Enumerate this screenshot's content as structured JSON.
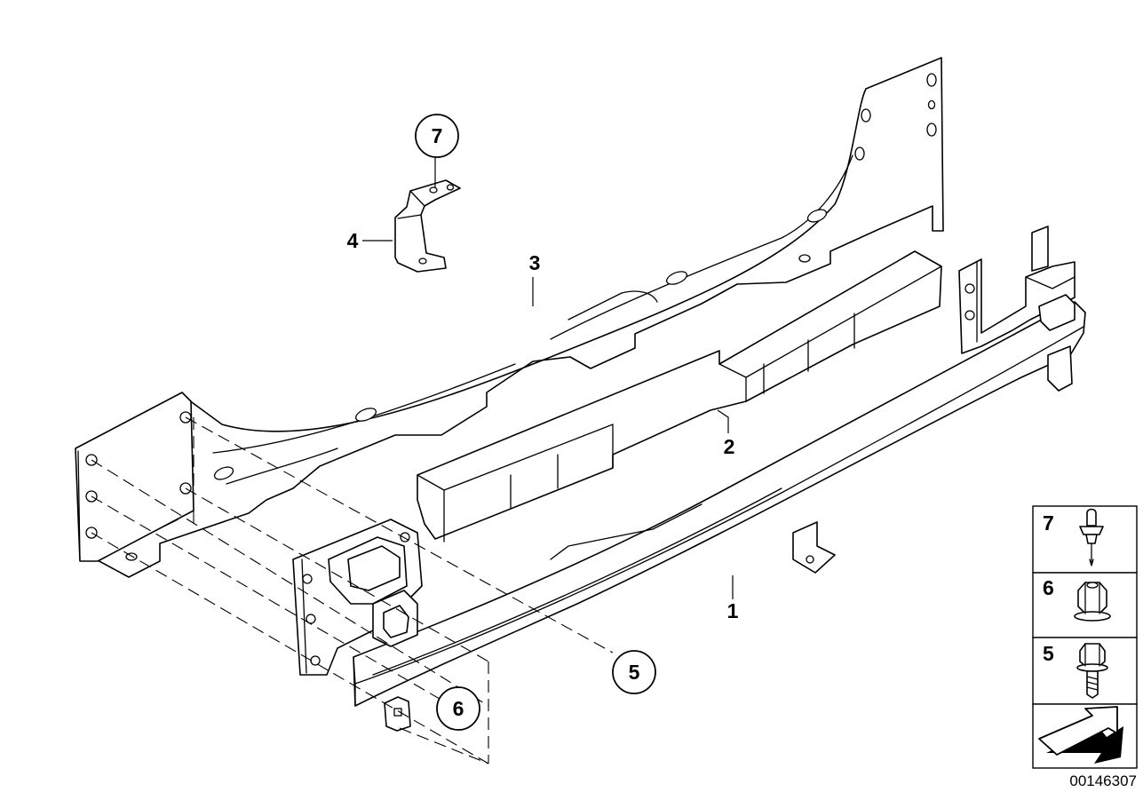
{
  "callouts": {
    "part_1": "1",
    "part_2": "2",
    "part_3": "3",
    "part_4": "4",
    "part_5": "5",
    "part_6": "6",
    "part_7": "7"
  },
  "legend": {
    "items": [
      {
        "number": "7",
        "icon": "blind-rivet-icon"
      },
      {
        "number": "6",
        "icon": "hex-nut-icon"
      },
      {
        "number": "5",
        "icon": "hex-bolt-icon"
      }
    ],
    "direction_icon": "front-direction-arrow-icon"
  },
  "diagram_id": "00146307"
}
